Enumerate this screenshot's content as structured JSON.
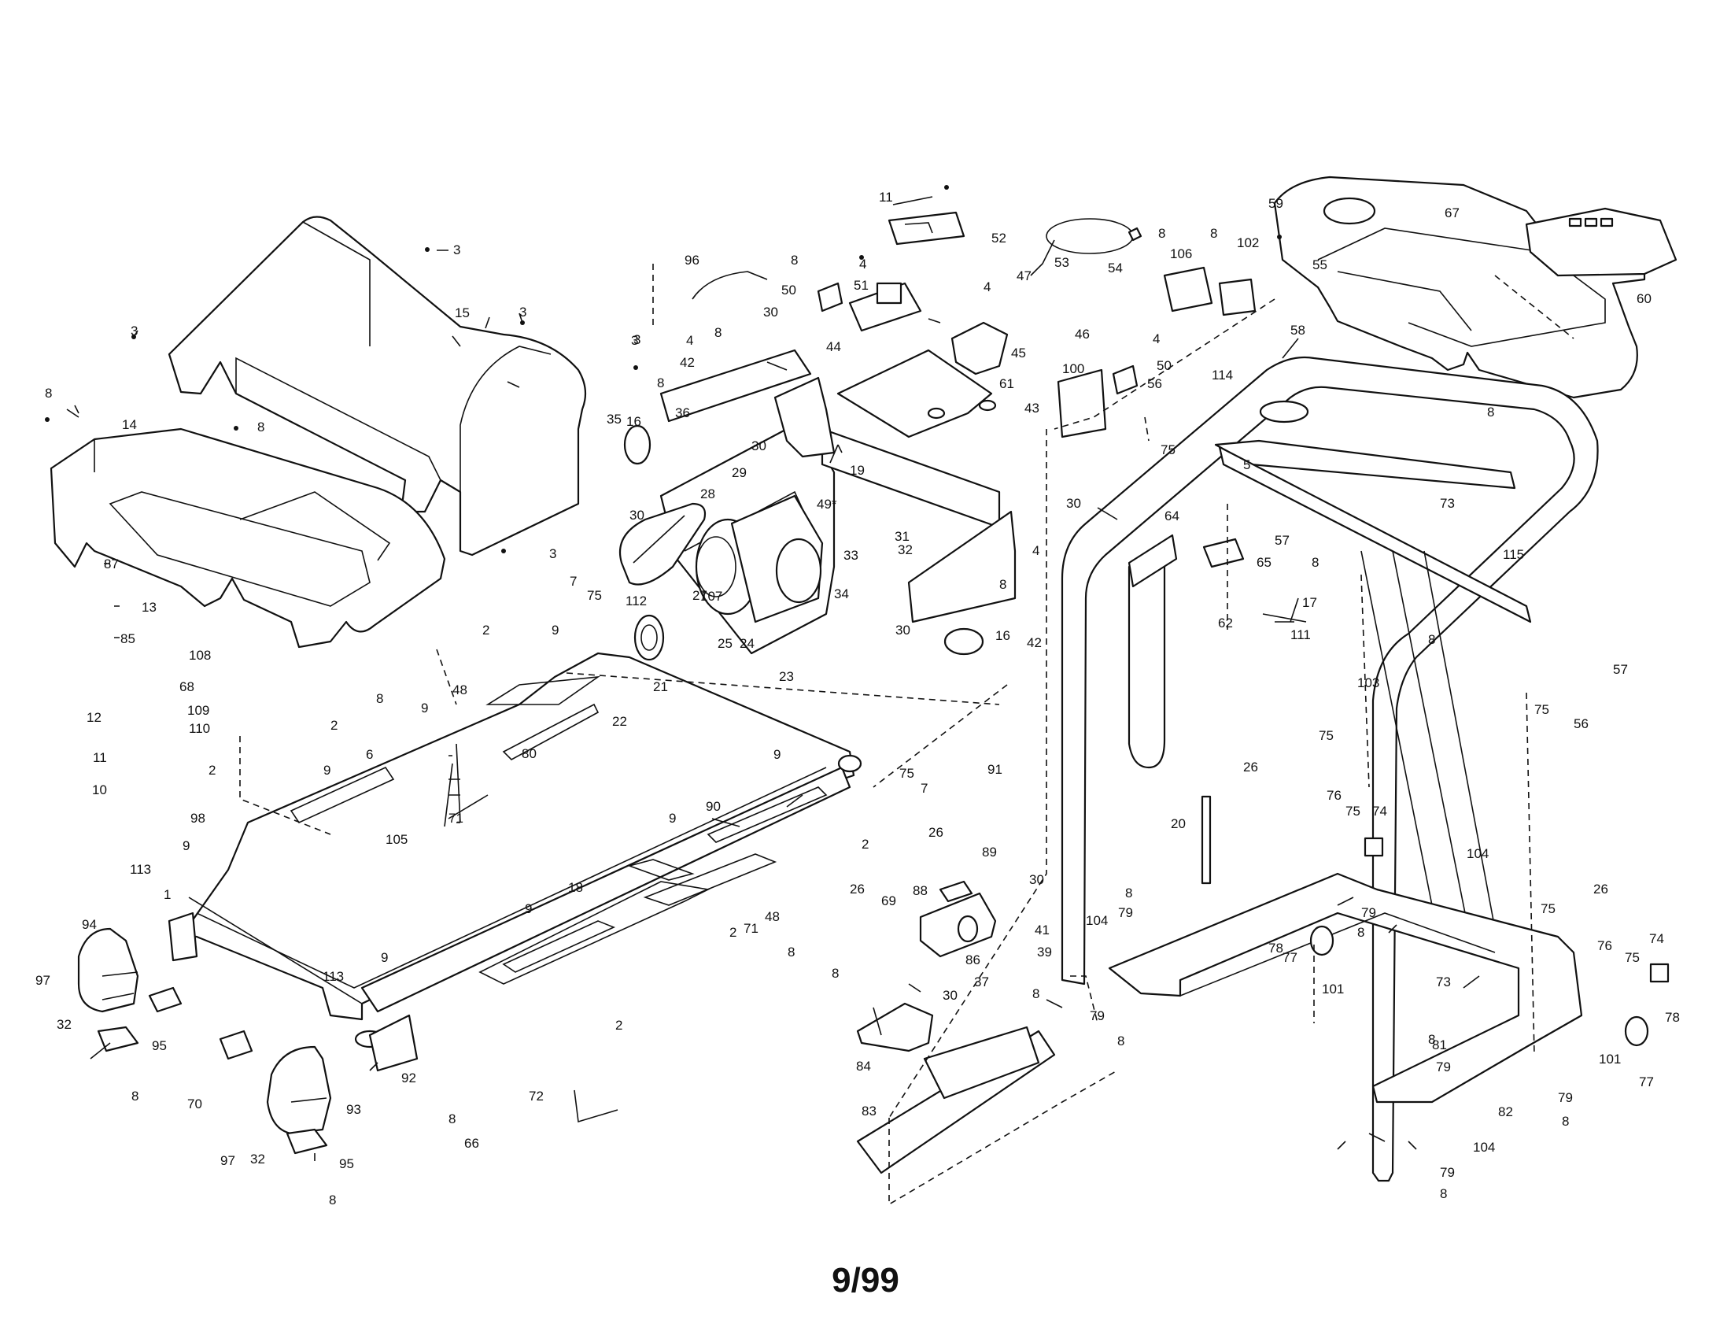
{
  "footer": {
    "date_code": "9/99"
  },
  "callouts": [
    {
      "label": "3"
    },
    {
      "label": "3"
    },
    {
      "label": "3"
    },
    {
      "label": "3"
    },
    {
      "label": "15"
    },
    {
      "label": "8"
    },
    {
      "label": "8"
    },
    {
      "label": "14"
    },
    {
      "label": "3"
    },
    {
      "label": "87"
    },
    {
      "label": "13"
    },
    {
      "label": "85"
    },
    {
      "label": "108"
    },
    {
      "label": "68"
    },
    {
      "label": "109"
    },
    {
      "label": "110"
    },
    {
      "label": "12"
    },
    {
      "label": "11"
    },
    {
      "label": "10"
    },
    {
      "label": "2"
    },
    {
      "label": "98"
    },
    {
      "label": "113"
    },
    {
      "label": "9"
    },
    {
      "label": "1"
    },
    {
      "label": "94"
    },
    {
      "label": "97"
    },
    {
      "label": "32"
    },
    {
      "label": "95"
    },
    {
      "label": "8"
    },
    {
      "label": "70"
    },
    {
      "label": "2"
    },
    {
      "label": "8"
    },
    {
      "label": "9"
    },
    {
      "label": "48"
    },
    {
      "label": "9"
    },
    {
      "label": "6"
    },
    {
      "label": "105"
    },
    {
      "label": "71"
    },
    {
      "label": "80"
    },
    {
      "label": "2"
    },
    {
      "label": "9"
    },
    {
      "label": "7"
    },
    {
      "label": "75"
    },
    {
      "label": "112"
    },
    {
      "label": "21"
    },
    {
      "label": "22"
    },
    {
      "label": "9"
    },
    {
      "label": "90"
    },
    {
      "label": "9"
    },
    {
      "label": "71"
    },
    {
      "label": "18"
    },
    {
      "label": "9"
    },
    {
      "label": "2"
    },
    {
      "label": "9"
    },
    {
      "label": "113"
    },
    {
      "label": "92"
    },
    {
      "label": "2"
    },
    {
      "label": "93"
    },
    {
      "label": "97"
    },
    {
      "label": "32"
    },
    {
      "label": "95"
    },
    {
      "label": "8"
    },
    {
      "label": "72"
    },
    {
      "label": "8"
    },
    {
      "label": "66"
    },
    {
      "label": "96"
    },
    {
      "label": "8"
    },
    {
      "label": "4"
    },
    {
      "label": "50"
    },
    {
      "label": "51"
    },
    {
      "label": "44"
    },
    {
      "label": "11"
    },
    {
      "label": "52"
    },
    {
      "label": "4"
    },
    {
      "label": "47"
    },
    {
      "label": "54"
    },
    {
      "label": "53"
    },
    {
      "label": "30"
    },
    {
      "label": "3"
    },
    {
      "label": "4"
    },
    {
      "label": "8"
    },
    {
      "label": "42"
    },
    {
      "label": "35"
    },
    {
      "label": "8"
    },
    {
      "label": "36"
    },
    {
      "label": "16"
    },
    {
      "label": "45"
    },
    {
      "label": "46"
    },
    {
      "label": "61"
    },
    {
      "label": "43"
    },
    {
      "label": "30"
    },
    {
      "label": "30"
    },
    {
      "label": "28"
    },
    {
      "label": "29"
    },
    {
      "label": "49*"
    },
    {
      "label": "19"
    },
    {
      "label": "30"
    },
    {
      "label": "31"
    },
    {
      "label": "32"
    },
    {
      "label": "33"
    },
    {
      "label": "27"
    },
    {
      "label": "107"
    },
    {
      "label": "25"
    },
    {
      "label": "24"
    },
    {
      "label": "23"
    },
    {
      "label": "34"
    },
    {
      "label": "30"
    },
    {
      "label": "16"
    },
    {
      "label": "4"
    },
    {
      "label": "8"
    },
    {
      "label": "42"
    },
    {
      "label": "75"
    },
    {
      "label": "7"
    },
    {
      "label": "26"
    },
    {
      "label": "2"
    },
    {
      "label": "89"
    },
    {
      "label": "91"
    },
    {
      "label": "26"
    },
    {
      "label": "69"
    },
    {
      "label": "88"
    },
    {
      "label": "30"
    },
    {
      "label": "41"
    },
    {
      "label": "86"
    },
    {
      "label": "39"
    },
    {
      "label": "37"
    },
    {
      "label": "30"
    },
    {
      "label": "48"
    },
    {
      "label": "8"
    },
    {
      "label": "8"
    },
    {
      "label": "84"
    },
    {
      "label": "8"
    },
    {
      "label": "83"
    },
    {
      "label": "8"
    },
    {
      "label": "106"
    },
    {
      "label": "102"
    },
    {
      "label": "8"
    },
    {
      "label": "4"
    },
    {
      "label": "50"
    },
    {
      "label": "100"
    },
    {
      "label": "56"
    },
    {
      "label": "75"
    },
    {
      "label": "114"
    },
    {
      "label": "59"
    },
    {
      "label": "67"
    },
    {
      "label": "55"
    },
    {
      "label": "58"
    },
    {
      "label": "60"
    },
    {
      "label": "8"
    },
    {
      "label": "5"
    },
    {
      "label": "73"
    },
    {
      "label": "57"
    },
    {
      "label": "8"
    },
    {
      "label": "64"
    },
    {
      "label": "65"
    },
    {
      "label": "62"
    },
    {
      "label": "17"
    },
    {
      "label": "111"
    },
    {
      "label": "103"
    },
    {
      "label": "8"
    },
    {
      "label": "115"
    },
    {
      "label": "57"
    },
    {
      "label": "75"
    },
    {
      "label": "56"
    },
    {
      "label": "75"
    },
    {
      "label": "26"
    },
    {
      "label": "76"
    },
    {
      "label": "75"
    },
    {
      "label": "74"
    },
    {
      "label": "20"
    },
    {
      "label": "8"
    },
    {
      "label": "79"
    },
    {
      "label": "104"
    },
    {
      "label": "104"
    },
    {
      "label": "79"
    },
    {
      "label": "8"
    },
    {
      "label": "78"
    },
    {
      "label": "77"
    },
    {
      "label": "101"
    },
    {
      "label": "75"
    },
    {
      "label": "26"
    },
    {
      "label": "76"
    },
    {
      "label": "75"
    },
    {
      "label": "74"
    },
    {
      "label": "73"
    },
    {
      "label": "81"
    },
    {
      "label": "79"
    },
    {
      "label": "8"
    },
    {
      "label": "8"
    },
    {
      "label": "79"
    },
    {
      "label": "82"
    },
    {
      "label": "101"
    },
    {
      "label": "78"
    },
    {
      "label": "77"
    },
    {
      "label": "79"
    },
    {
      "label": "8"
    },
    {
      "label": "104"
    },
    {
      "label": "79"
    },
    {
      "label": "8"
    }
  ]
}
